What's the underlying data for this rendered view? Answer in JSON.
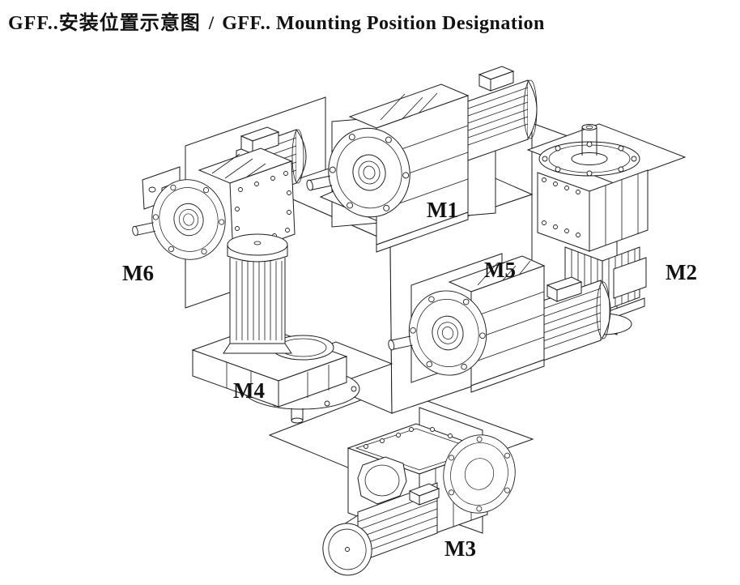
{
  "page": {
    "title_zh": "GFF..安装位置示意图",
    "title_sep": "/",
    "title_en": "GFF.. Mounting Position Designation"
  },
  "diagram": {
    "name": "GFF gearmotor mounting position designation",
    "positions": [
      {
        "id": "M1",
        "label": "M1",
        "placement": "on top of cube, horizontal output shaft toward lower-left"
      },
      {
        "id": "M2",
        "label": "M2",
        "placement": "right of cube, output shaft pointing up, motor hanging down"
      },
      {
        "id": "M3",
        "label": "M3",
        "placement": "below cube on ground plane, motor at lower-left"
      },
      {
        "id": "M4",
        "label": "M4",
        "placement": "front-left of cube, motor vertical, output shaft down"
      },
      {
        "id": "M5",
        "label": "M5",
        "placement": "front-right face of cube, horizontal output shaft toward lower-left"
      },
      {
        "id": "M6",
        "label": "M6",
        "placement": "left of cube, horizontal output shaft toward lower-left"
      }
    ]
  },
  "colors": {
    "background": "#ffffff",
    "line": "#1c1c1c",
    "text": "#111111"
  }
}
